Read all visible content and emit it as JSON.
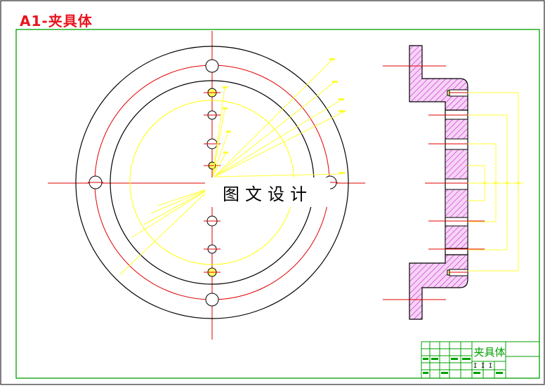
{
  "drawing": {
    "sheet_title": "A1-夹具体",
    "watermark": "图文设计",
    "title_block": {
      "part_name": "夹具体",
      "scale_mark": "I I I"
    },
    "colors": {
      "frame": "#000000",
      "centerline": "#e00000",
      "bolt_circle": "#e00000",
      "construction": "#ffff00",
      "hatch": "#c000c0",
      "hatch_fill": "#f3c6f3",
      "leader": "#ffff33",
      "title_red": "#e8141e",
      "title_block_green": "#00a000"
    }
  }
}
